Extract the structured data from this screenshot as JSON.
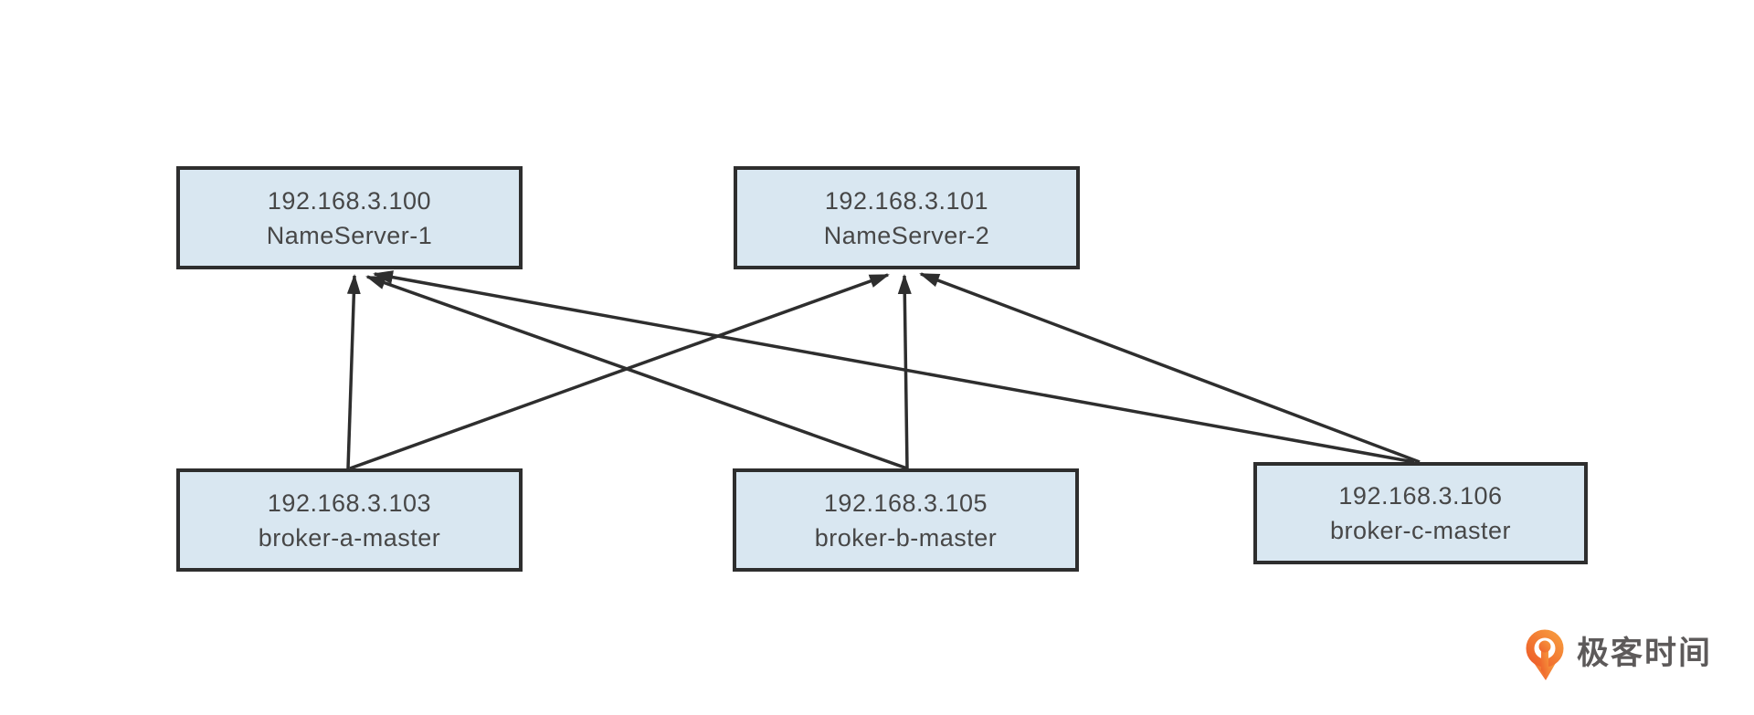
{
  "diagram": {
    "nodes": [
      {
        "id": "ns1",
        "lines": [
          "192.168.3.100",
          "NameServer-1"
        ]
      },
      {
        "id": "ns2",
        "lines": [
          "192.168.3.101",
          "NameServer-2"
        ]
      },
      {
        "id": "brokerA",
        "lines": [
          "192.168.3.103",
          "broker-a-master"
        ]
      },
      {
        "id": "brokerB",
        "lines": [
          "192.168.3.105",
          "broker-b-master"
        ]
      },
      {
        "id": "brokerC",
        "lines": [
          "192.168.3.106",
          "broker-c-master"
        ]
      }
    ],
    "edges": [
      {
        "from": "brokerA",
        "to": "ns1"
      },
      {
        "from": "brokerA",
        "to": "ns2"
      },
      {
        "from": "brokerB",
        "to": "ns1"
      },
      {
        "from": "brokerB",
        "to": "ns2"
      },
      {
        "from": "brokerC",
        "to": "ns1"
      },
      {
        "from": "brokerC",
        "to": "ns2"
      }
    ],
    "colors": {
      "node_fill": "#d9e7f1",
      "node_border": "#2e2e2e",
      "line": "#2e2e2e",
      "text": "#474747"
    }
  },
  "branding": {
    "logo_text": "极客时间",
    "logo_orange_light": "#f79a3e",
    "logo_orange_dark": "#ee5f2a",
    "logo_text_color": "#5d5a5a"
  }
}
